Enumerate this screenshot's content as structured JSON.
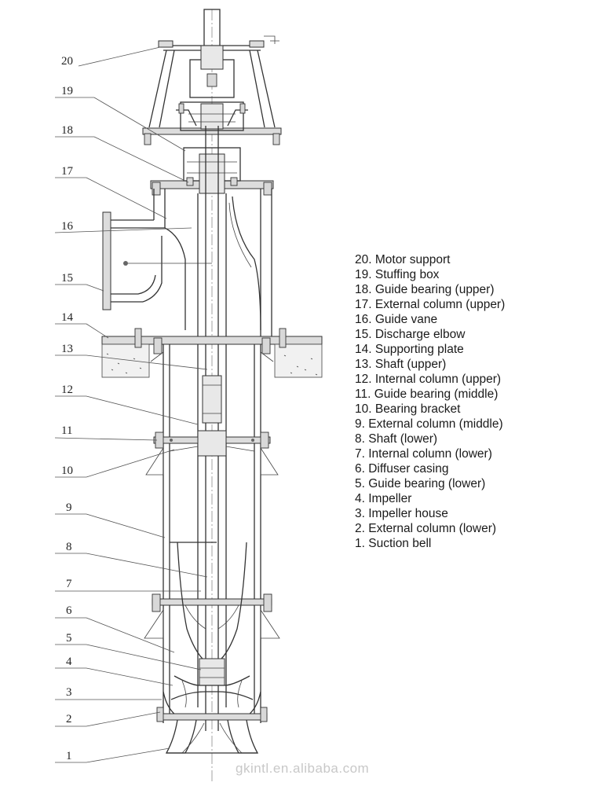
{
  "callouts": [
    "20",
    "19",
    "18",
    "17",
    "16",
    "15",
    "14",
    "13",
    "12",
    "11",
    "10",
    "9",
    "8",
    "7",
    "6",
    "5",
    "4",
    "3",
    "2",
    "1"
  ],
  "legend": [
    "20. Motor support",
    "19. Stuffing box",
    "18. Guide bearing (upper)",
    "17. External column (upper)",
    "16. Guide vane",
    "15. Discharge elbow",
    "14. Supporting plate",
    "13. Shaft (upper)",
    "12. Internal column (upper)",
    "11. Guide bearing (middle)",
    "10. Bearing bracket",
    "9. External column (middle)",
    "8. Shaft (lower)",
    "7. Internal column (lower)",
    "6. Diffuser casing",
    "5. Guide bearing (lower)",
    "4. Impeller",
    "3. Impeller house",
    "2. External column (lower)",
    "1. Suction bell"
  ],
  "watermark": "gkintl.en.alibaba.com"
}
